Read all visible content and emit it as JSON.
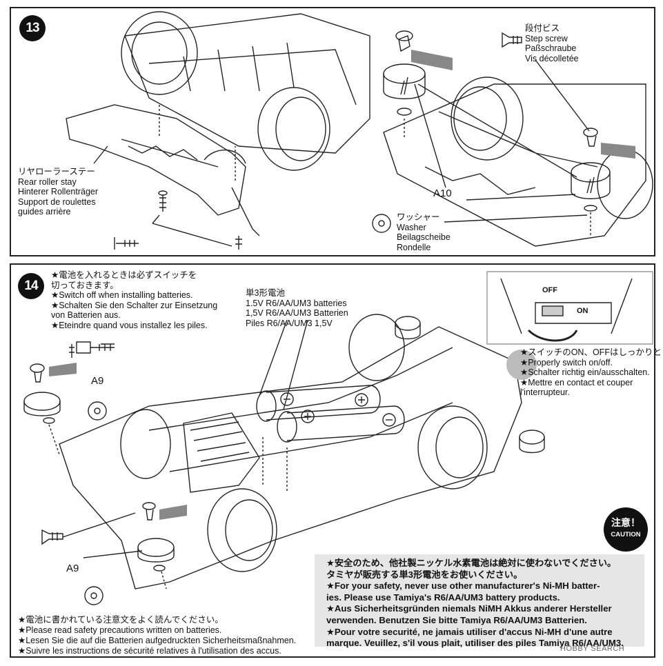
{
  "step13": {
    "number": "13",
    "rear_roller_stay": [
      "リヤローラーステー",
      "Rear roller stay",
      "Hinterer Rollenträger",
      "Support de roulettes",
      "guides arrière"
    ],
    "step_screw": [
      "段付ビス",
      "Step screw",
      "Paßschraube",
      "Vis décolletée"
    ],
    "washer": [
      "ワッシャー",
      "Washer",
      "Beilagscheibe",
      "Rondelle"
    ],
    "part_a10": "A10"
  },
  "step14": {
    "number": "14",
    "switch_note": [
      "★電池を入れるときは必ずスイッチを",
      "切っておきます。",
      "★Switch off when installing batteries.",
      "★Schalten Sie den Schalter zur Einsetzung",
      "von Batterien aus.",
      "★Eteindre quand vous installez les piles."
    ],
    "batteries": [
      "単3形電池",
      "1.5V R6/AA/UM3 batteries",
      "1,5V R6/AA/UM3 Batterien",
      "Piles R6/AA/UM3 1,5V"
    ],
    "switch_off": "OFF",
    "switch_on": "ON",
    "switch_tips": [
      "★スイッチのON、OFFはしっかりと！",
      "★Properly switch on/off.",
      "★Schalter richtig ein/ausschalten.",
      "★Mettre en contact et couper",
      "l'interrupteur."
    ],
    "part_a9_top": "A9",
    "part_a9_bottom": "A9",
    "battery_notes": [
      "★電池に書かれている注意文をよく読んでください。",
      "★Please read safety precautions written on batteries.",
      "★Lesen Sie die auf die Batterien aufgedruckten Sicherheitsmaßnahmen.",
      "★Suivre les instructions de sécurité relatives à l'utilisation des accus."
    ],
    "caution_badge_jp": "注意！",
    "caution_badge_en": "CAUTION",
    "caution_lines": [
      "★安全のため、他社製ニッケル水素電池は絶対に使わないでください。",
      "タミヤが販売する単3形電池をお使いください。",
      "★For your safety, never use other manufacturer's Ni-MH batter-",
      "ies. Please use Tamiya's R6/AA/UM3 battery products.",
      "★Aus Sicherheitsgründen niemals NiMH Akkus anderer Hersteller",
      "verwenden. Benutzen Sie bitte Tamiya R6/AA/UM3 Batterien.",
      "★Pour votre securité, ne jamais utiliser d'accus Ni-MH d'une autre",
      "marque. Veuillez, s'il vous plait, utiliser des piles Tamiya R6/AA/UM3."
    ]
  },
  "watermark": "HOBBY SEARCH"
}
